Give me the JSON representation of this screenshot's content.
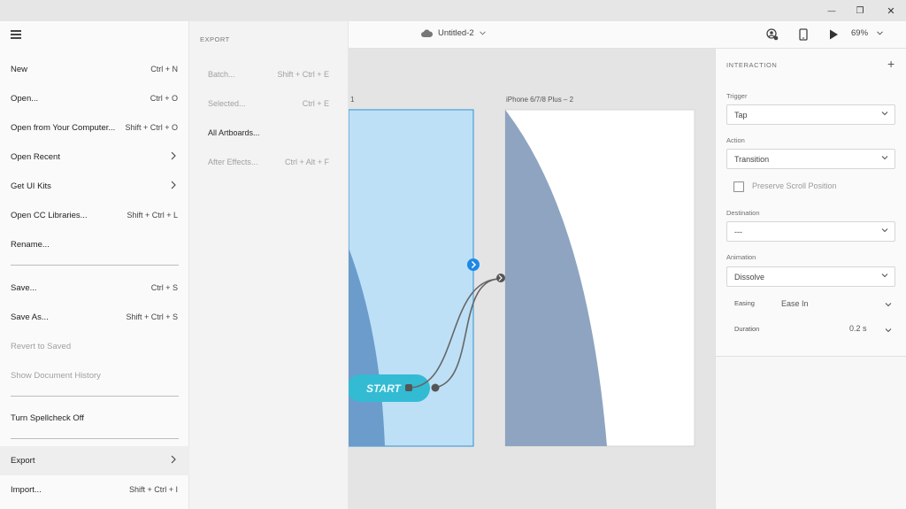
{
  "window": {
    "minimize_glyph": "—",
    "restore_glyph": "❐",
    "close_glyph": "✕"
  },
  "toolbar": {
    "doc_title": "Untitled-2",
    "zoom": "69%"
  },
  "canvas": {
    "artboard1_label": "1",
    "artboard2_label": "iPhone 6/7/8 Plus – 2",
    "start_label": "START"
  },
  "interaction": {
    "heading": "INTERACTION",
    "plus": "+",
    "trigger_label": "Trigger",
    "trigger_value": "Tap",
    "action_label": "Action",
    "action_value": "Transition",
    "preserve_label": "Preserve Scroll Position",
    "destination_label": "Destination",
    "destination_value": "---",
    "animation_label": "Animation",
    "animation_value": "Dissolve",
    "easing_label": "Easing",
    "easing_value": "Ease In",
    "duration_label": "Duration",
    "duration_value": "0.2 s"
  },
  "menu": {
    "items": [
      {
        "label": "New",
        "shortcut": "Ctrl + N"
      },
      {
        "label": "Open...",
        "shortcut": "Ctrl + O"
      },
      {
        "label": "Open from Your Computer...",
        "shortcut": "Shift + Ctrl + O"
      },
      {
        "label": "Open Recent",
        "shortcut": ""
      },
      {
        "label": "Get UI Kits",
        "shortcut": ""
      },
      {
        "label": "Open CC Libraries...",
        "shortcut": "Shift + Ctrl + L"
      },
      {
        "label": "Rename...",
        "shortcut": ""
      },
      {
        "label": "Save...",
        "shortcut": "Ctrl + S"
      },
      {
        "label": "Save As...",
        "shortcut": "Shift + Ctrl + S"
      },
      {
        "label": "Revert to Saved",
        "shortcut": ""
      },
      {
        "label": "Show Document History",
        "shortcut": ""
      },
      {
        "label": "Turn Spellcheck Off",
        "shortcut": ""
      },
      {
        "label": "Export",
        "shortcut": ""
      },
      {
        "label": "Import...",
        "shortcut": "Shift + Ctrl + I"
      }
    ]
  },
  "export_submenu": {
    "heading": "EXPORT",
    "items": [
      {
        "label": "Batch...",
        "shortcut": "Shift + Ctrl + E"
      },
      {
        "label": "Selected...",
        "shortcut": "Ctrl + E"
      },
      {
        "label": "All Artboards...",
        "shortcut": ""
      },
      {
        "label": "After Effects...",
        "shortcut": "Ctrl + Alt + F"
      }
    ]
  },
  "colors": {
    "artboard_selected_fill": "#bde0f6",
    "artboard_selected_border": "#4a9fd8",
    "shape_blue": "#6b9ccc",
    "shape_slate": "#8ea4c1",
    "start_button": "#33bbd3",
    "flow_dot": "#1e88e5"
  }
}
